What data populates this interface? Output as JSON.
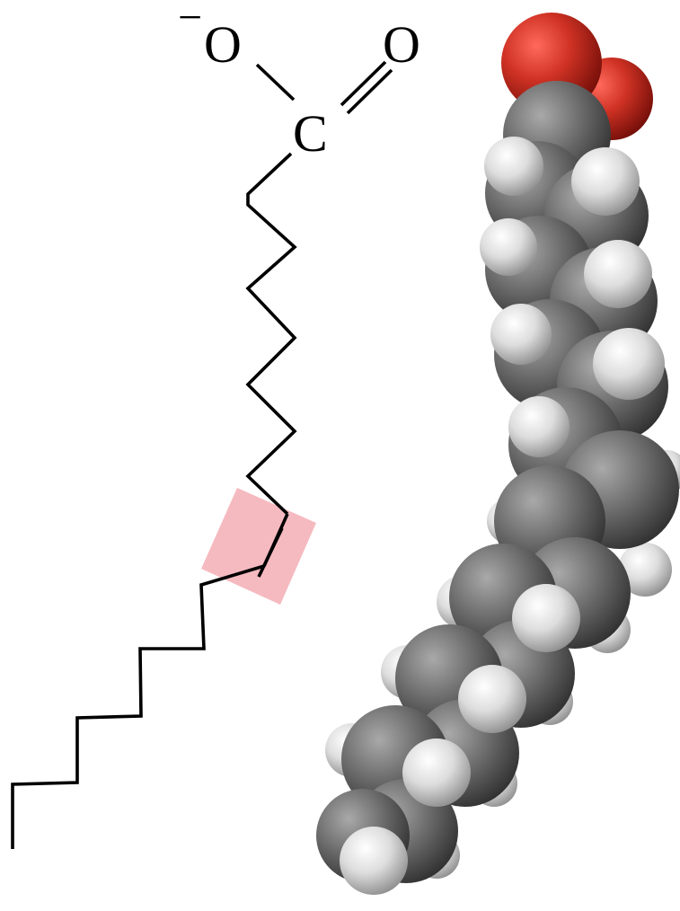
{
  "structural_formula": {
    "charge": "−",
    "carboxylate_oxygen": "O",
    "carbonyl_oxygen": "O",
    "carboxyl_carbon": "C",
    "highlight_color": "#f4b6bd",
    "bond_color": "#000000"
  },
  "space_filling_model": {
    "colors": {
      "carbon": "#5f5f5f",
      "hydrogen": "#d8d8d8",
      "oxygen": "#c0291f"
    }
  }
}
